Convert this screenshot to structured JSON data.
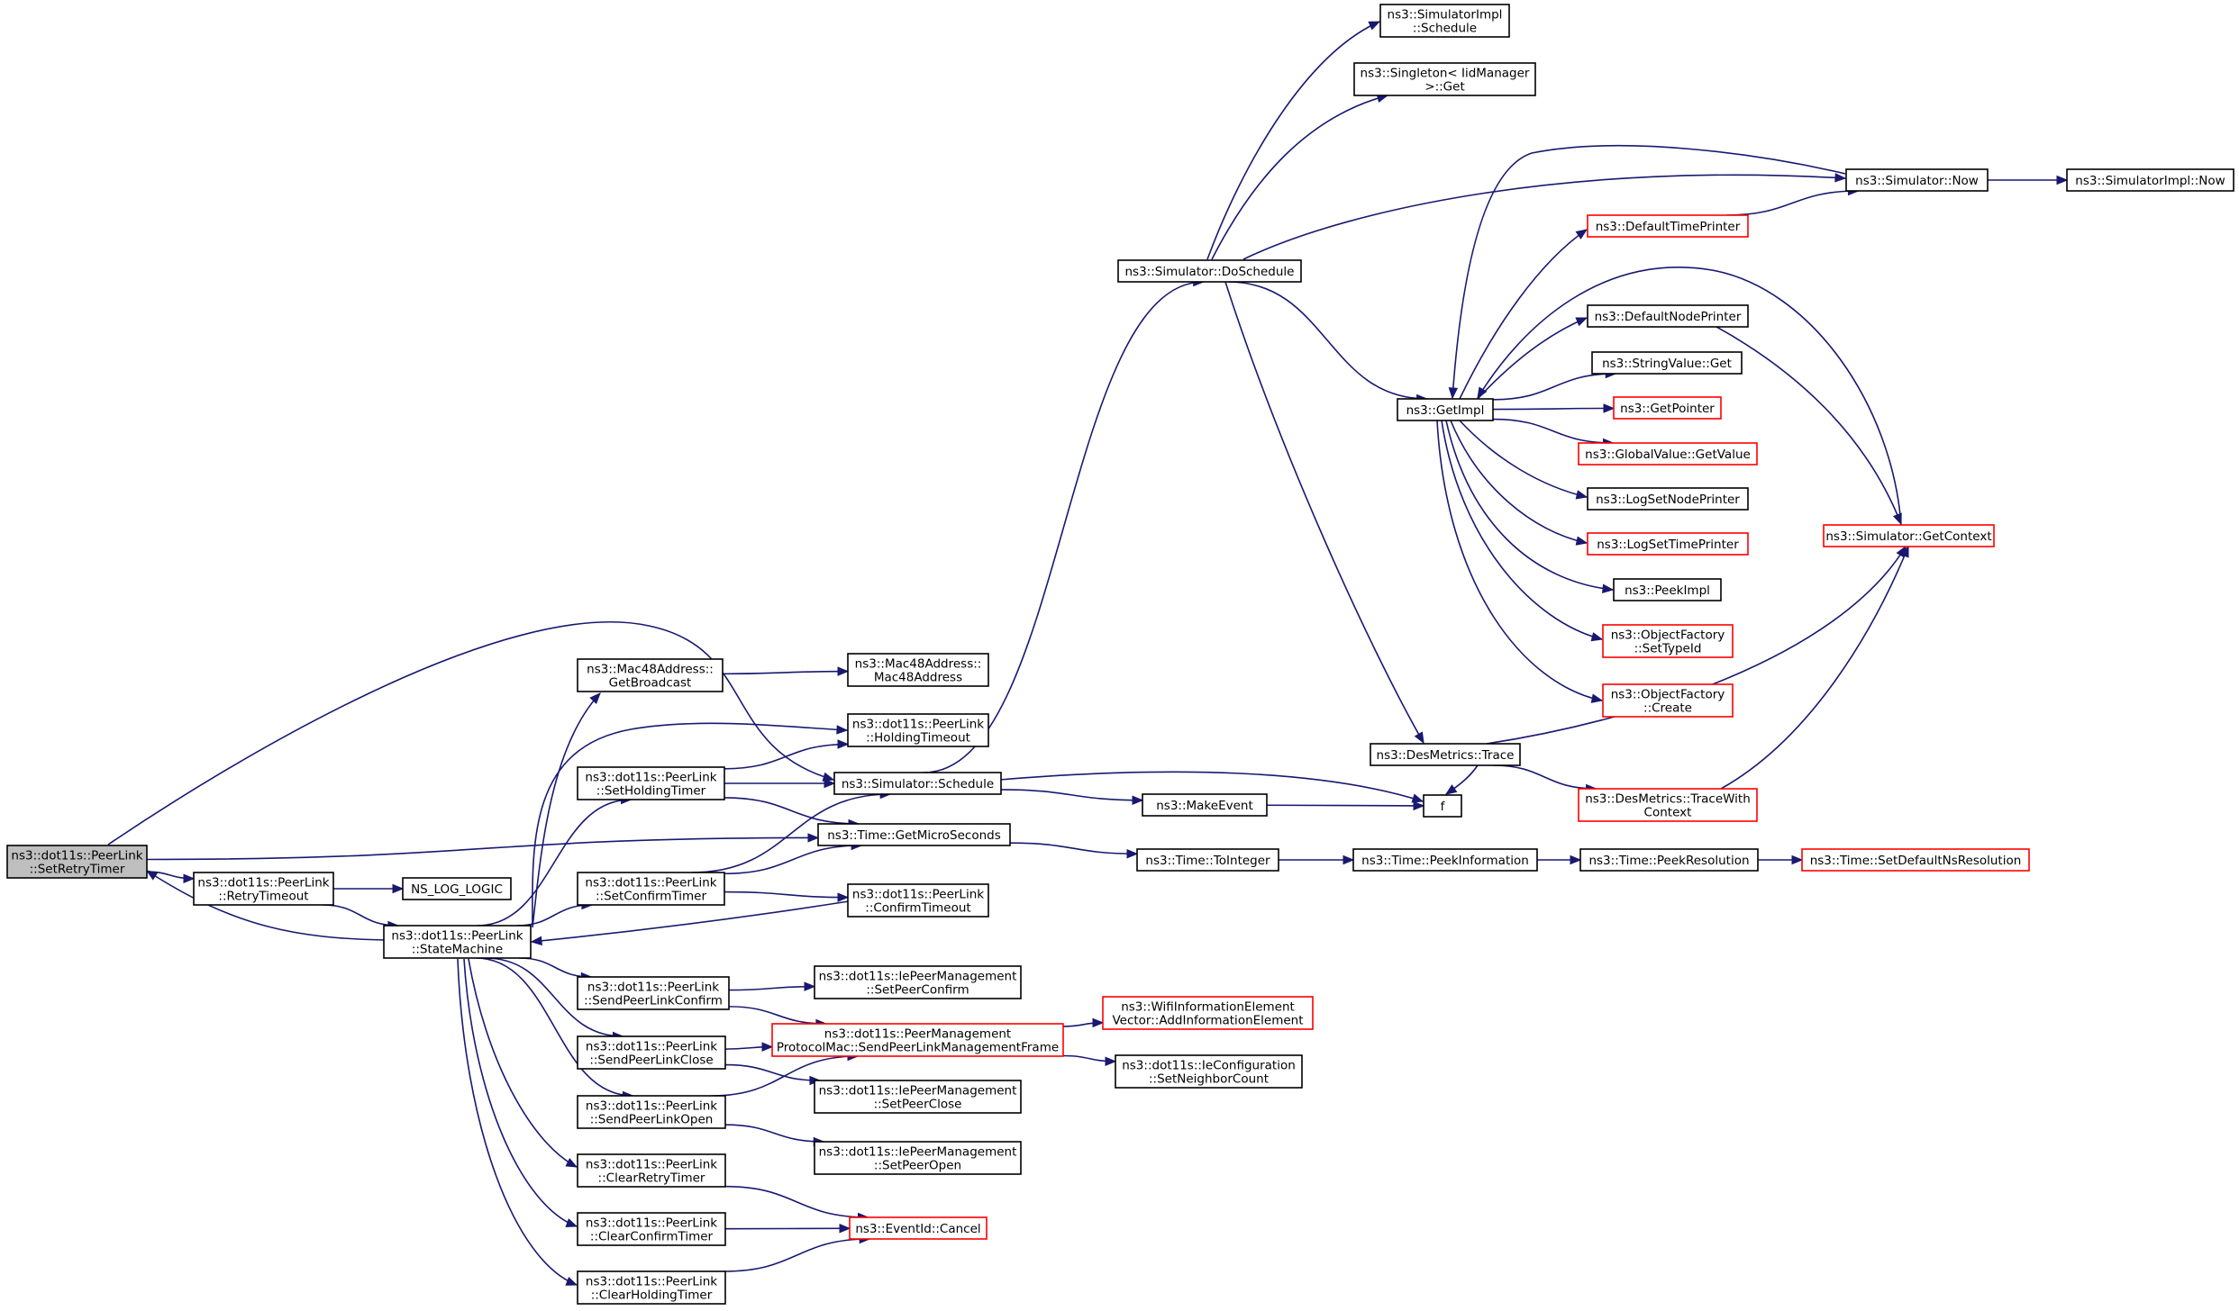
{
  "diagram": {
    "type": "call-graph",
    "nodes": [
      {
        "id": "setretrytimer",
        "lines": [
          "ns3::dot11s::PeerLink",
          "::SetRetryTimer"
        ],
        "style": "root"
      },
      {
        "id": "retrytimeout",
        "lines": [
          "ns3::dot11s::PeerLink",
          "::RetryTimeout"
        ],
        "style": "normal"
      },
      {
        "id": "nslog",
        "lines": [
          "NS_LOG_LOGIC"
        ],
        "style": "normal"
      },
      {
        "id": "statemachine",
        "lines": [
          "ns3::dot11s::PeerLink",
          "::StateMachine"
        ],
        "style": "normal"
      },
      {
        "id": "getbroadcast",
        "lines": [
          "ns3::Mac48Address::",
          "GetBroadcast"
        ],
        "style": "normal"
      },
      {
        "id": "mac48ctor",
        "lines": [
          "ns3::Mac48Address::",
          "Mac48Address"
        ],
        "style": "normal"
      },
      {
        "id": "holdingtimeout",
        "lines": [
          "ns3::dot11s::PeerLink",
          "::HoldingTimeout"
        ],
        "style": "normal"
      },
      {
        "id": "setholdingtimer",
        "lines": [
          "ns3::dot11s::PeerLink",
          "::SetHoldingTimer"
        ],
        "style": "normal"
      },
      {
        "id": "schedule",
        "lines": [
          "ns3::Simulator::Schedule"
        ],
        "style": "normal"
      },
      {
        "id": "getmicro",
        "lines": [
          "ns3::Time::GetMicroSeconds"
        ],
        "style": "normal"
      },
      {
        "id": "setconfirmtimer",
        "lines": [
          "ns3::dot11s::PeerLink",
          "::SetConfirmTimer"
        ],
        "style": "normal"
      },
      {
        "id": "confirmtimeout",
        "lines": [
          "ns3::dot11s::PeerLink",
          "::ConfirmTimeout"
        ],
        "style": "normal"
      },
      {
        "id": "sendconfirm",
        "lines": [
          "ns3::dot11s::PeerLink",
          "::SendPeerLinkConfirm"
        ],
        "style": "normal"
      },
      {
        "id": "sendclose",
        "lines": [
          "ns3::dot11s::PeerLink",
          "::SendPeerLinkClose"
        ],
        "style": "normal"
      },
      {
        "id": "sendopen",
        "lines": [
          "ns3::dot11s::PeerLink",
          "::SendPeerLinkOpen"
        ],
        "style": "normal"
      },
      {
        "id": "clearretry",
        "lines": [
          "ns3::dot11s::PeerLink",
          "::ClearRetryTimer"
        ],
        "style": "normal"
      },
      {
        "id": "clearconfirm",
        "lines": [
          "ns3::dot11s::PeerLink",
          "::ClearConfirmTimer"
        ],
        "style": "normal"
      },
      {
        "id": "clearholding",
        "lines": [
          "ns3::dot11s::PeerLink",
          "::ClearHoldingTimer"
        ],
        "style": "normal"
      },
      {
        "id": "setpeerconfirm",
        "lines": [
          "ns3::dot11s::IePeerManagement",
          "::SetPeerConfirm"
        ],
        "style": "normal"
      },
      {
        "id": "sendmgmt",
        "lines": [
          "ns3::dot11s::PeerManagement",
          "ProtocolMac::SendPeerLinkManagementFrame"
        ],
        "style": "red"
      },
      {
        "id": "setpeerclose",
        "lines": [
          "ns3::dot11s::IePeerManagement",
          "::SetPeerClose"
        ],
        "style": "normal"
      },
      {
        "id": "setpeeropen",
        "lines": [
          "ns3::dot11s::IePeerManagement",
          "::SetPeerOpen"
        ],
        "style": "normal"
      },
      {
        "id": "cancel",
        "lines": [
          "ns3::EventId::Cancel"
        ],
        "style": "red"
      },
      {
        "id": "addinfo",
        "lines": [
          "ns3::WifiInformationElement",
          "Vector::AddInformationElement"
        ],
        "style": "red"
      },
      {
        "id": "setneighbor",
        "lines": [
          "ns3::dot11s::IeConfiguration",
          "::SetNeighborCount"
        ],
        "style": "normal"
      },
      {
        "id": "makeevent",
        "lines": [
          "ns3::MakeEvent"
        ],
        "style": "normal"
      },
      {
        "id": "f",
        "lines": [
          "f"
        ],
        "style": "normal"
      },
      {
        "id": "tointeger",
        "lines": [
          "ns3::Time::ToInteger"
        ],
        "style": "normal"
      },
      {
        "id": "peekinfo",
        "lines": [
          "ns3::Time::PeekInformation"
        ],
        "style": "normal"
      },
      {
        "id": "peekres",
        "lines": [
          "ns3::Time::PeekResolution"
        ],
        "style": "normal"
      },
      {
        "id": "setdefaultns",
        "lines": [
          "ns3::Time::SetDefaultNsResolution"
        ],
        "style": "red"
      },
      {
        "id": "doschedule",
        "lines": [
          "ns3::Simulator::DoSchedule"
        ],
        "style": "normal"
      },
      {
        "id": "simimplschedule",
        "lines": [
          "ns3::SimulatorImpl",
          "::Schedule"
        ],
        "style": "normal"
      },
      {
        "id": "singleton",
        "lines": [
          "ns3::Singleton< IidManager",
          " >::Get"
        ],
        "style": "normal"
      },
      {
        "id": "now",
        "lines": [
          "ns3::Simulator::Now"
        ],
        "style": "normal"
      },
      {
        "id": "implnow",
        "lines": [
          "ns3::SimulatorImpl::Now"
        ],
        "style": "normal"
      },
      {
        "id": "getimpl",
        "lines": [
          "ns3::GetImpl"
        ],
        "style": "normal"
      },
      {
        "id": "destrace",
        "lines": [
          "ns3::DesMetrics::Trace"
        ],
        "style": "normal"
      },
      {
        "id": "destracectx",
        "lines": [
          "ns3::DesMetrics::TraceWith",
          "Context"
        ],
        "style": "red"
      },
      {
        "id": "deftimeprinter",
        "lines": [
          "ns3::DefaultTimePrinter"
        ],
        "style": "red"
      },
      {
        "id": "defnodeprinter",
        "lines": [
          "ns3::DefaultNodePrinter"
        ],
        "style": "normal"
      },
      {
        "id": "stringget",
        "lines": [
          "ns3::StringValue::Get"
        ],
        "style": "normal"
      },
      {
        "id": "getpointer",
        "lines": [
          "ns3::GetPointer"
        ],
        "style": "red"
      },
      {
        "id": "globalget",
        "lines": [
          "ns3::GlobalValue::GetValue"
        ],
        "style": "red"
      },
      {
        "id": "logsetnode",
        "lines": [
          "ns3::LogSetNodePrinter"
        ],
        "style": "normal"
      },
      {
        "id": "logsettime",
        "lines": [
          "ns3::LogSetTimePrinter"
        ],
        "style": "red"
      },
      {
        "id": "peekimpl",
        "lines": [
          "ns3::PeekImpl"
        ],
        "style": "normal"
      },
      {
        "id": "ofsettypeid",
        "lines": [
          "ns3::ObjectFactory",
          "::SetTypeId"
        ],
        "style": "red"
      },
      {
        "id": "ofcreate",
        "lines": [
          "ns3::ObjectFactory",
          "::Create"
        ],
        "style": "red"
      },
      {
        "id": "getcontext",
        "lines": [
          "ns3::Simulator::GetContext"
        ],
        "style": "red"
      }
    ],
    "edges": [
      [
        "setretrytimer",
        "retrytimeout"
      ],
      [
        "setretrytimer",
        "schedule"
      ],
      [
        "setretrytimer",
        "getmicro"
      ],
      [
        "retrytimeout",
        "nslog"
      ],
      [
        "retrytimeout",
        "statemachine"
      ],
      [
        "statemachine",
        "setretrytimer"
      ],
      [
        "statemachine",
        "getbroadcast"
      ],
      [
        "statemachine",
        "holdingtimeout"
      ],
      [
        "statemachine",
        "setholdingtimer"
      ],
      [
        "statemachine",
        "setconfirmtimer"
      ],
      [
        "statemachine",
        "sendconfirm"
      ],
      [
        "statemachine",
        "sendclose"
      ],
      [
        "statemachine",
        "sendopen"
      ],
      [
        "statemachine",
        "clearretry"
      ],
      [
        "statemachine",
        "clearconfirm"
      ],
      [
        "statemachine",
        "clearholding"
      ],
      [
        "getbroadcast",
        "mac48ctor"
      ],
      [
        "setholdingtimer",
        "holdingtimeout"
      ],
      [
        "setholdingtimer",
        "schedule"
      ],
      [
        "setholdingtimer",
        "getmicro"
      ],
      [
        "setconfirmtimer",
        "schedule"
      ],
      [
        "setconfirmtimer",
        "getmicro"
      ],
      [
        "setconfirmtimer",
        "confirmtimeout"
      ],
      [
        "confirmtimeout",
        "statemachine"
      ],
      [
        "sendconfirm",
        "setpeerconfirm"
      ],
      [
        "sendconfirm",
        "sendmgmt"
      ],
      [
        "sendclose",
        "sendmgmt"
      ],
      [
        "sendclose",
        "setpeerclose"
      ],
      [
        "sendopen",
        "sendmgmt"
      ],
      [
        "sendopen",
        "setpeeropen"
      ],
      [
        "clearretry",
        "cancel"
      ],
      [
        "clearconfirm",
        "cancel"
      ],
      [
        "clearholding",
        "cancel"
      ],
      [
        "sendmgmt",
        "addinfo"
      ],
      [
        "sendmgmt",
        "setneighbor"
      ],
      [
        "schedule",
        "doschedule"
      ],
      [
        "schedule",
        "makeevent"
      ],
      [
        "schedule",
        "f"
      ],
      [
        "makeevent",
        "f"
      ],
      [
        "getmicro",
        "tointeger"
      ],
      [
        "tointeger",
        "peekinfo"
      ],
      [
        "peekinfo",
        "peekres"
      ],
      [
        "peekres",
        "setdefaultns"
      ],
      [
        "doschedule",
        "simimplschedule"
      ],
      [
        "doschedule",
        "singleton"
      ],
      [
        "doschedule",
        "now"
      ],
      [
        "doschedule",
        "getimpl"
      ],
      [
        "doschedule",
        "destrace"
      ],
      [
        "destrace",
        "f"
      ],
      [
        "destrace",
        "destracectx"
      ],
      [
        "destrace",
        "getcontext"
      ],
      [
        "destracectx",
        "getcontext"
      ],
      [
        "now",
        "implnow"
      ],
      [
        "now",
        "getimpl"
      ],
      [
        "getimpl",
        "deftimeprinter"
      ],
      [
        "getimpl",
        "defnodeprinter"
      ],
      [
        "getimpl",
        "stringget"
      ],
      [
        "getimpl",
        "getpointer"
      ],
      [
        "getimpl",
        "globalget"
      ],
      [
        "getimpl",
        "logsetnode"
      ],
      [
        "getimpl",
        "logsettime"
      ],
      [
        "getimpl",
        "peekimpl"
      ],
      [
        "getimpl",
        "ofsettypeid"
      ],
      [
        "getimpl",
        "ofcreate"
      ],
      [
        "deftimeprinter",
        "now"
      ],
      [
        "getcontext",
        "getimpl"
      ],
      [
        "defnodeprinter",
        "getcontext"
      ]
    ]
  }
}
